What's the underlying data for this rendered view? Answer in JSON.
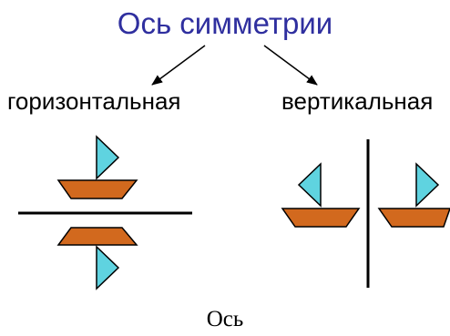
{
  "diagram": {
    "title": "Ось симметрии",
    "branches": [
      {
        "label": "горизонтальная"
      },
      {
        "label": "вертикальная"
      }
    ],
    "caption": "Ось"
  },
  "colors": {
    "title_text": "#2f2f9f",
    "sail_fill": "#5fd3e0",
    "hull_fill": "#d2691e",
    "stroke": "#000000"
  }
}
